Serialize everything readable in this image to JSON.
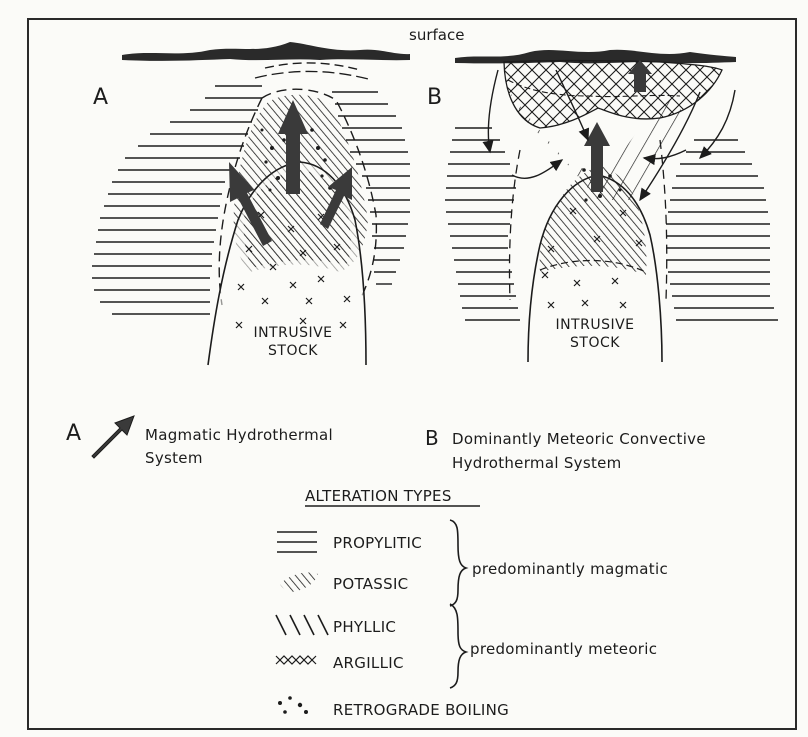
{
  "figure": {
    "surface_label": "surface",
    "panel_a": {
      "letter": "A",
      "stock_line1": "INTRUSIVE",
      "stock_line2": "STOCK"
    },
    "panel_b": {
      "letter": "B",
      "stock_line1": "INTRUSIVE",
      "stock_line2": "STOCK"
    }
  },
  "systems": {
    "a_letter": "A",
    "a_line1": "Magmatic Hydrothermal",
    "a_line2": "System",
    "b_letter": "B",
    "b_line1": "Dominantly Meteoric Convective",
    "b_line2": "Hydrothermal System"
  },
  "legend": {
    "title": "ALTERATION TYPES",
    "items": [
      {
        "pattern": "horizontal-lines",
        "label": "PROPYLITIC"
      },
      {
        "pattern": "diagonal-hatch",
        "label": "POTASSIC"
      },
      {
        "pattern": "backslash-lines",
        "label": "PHYLLIC"
      },
      {
        "pattern": "crosshatch",
        "label": "ARGILLIC"
      },
      {
        "pattern": "dots",
        "label": "RETROGRADE BOILING"
      }
    ],
    "group_magmatic": "predominantly magmatic",
    "group_meteoric": "predominantly meteoric"
  },
  "colors": {
    "ink": "#1c1c1c",
    "arrow": "#3a3a3a",
    "paper": "#fbfbf8"
  }
}
